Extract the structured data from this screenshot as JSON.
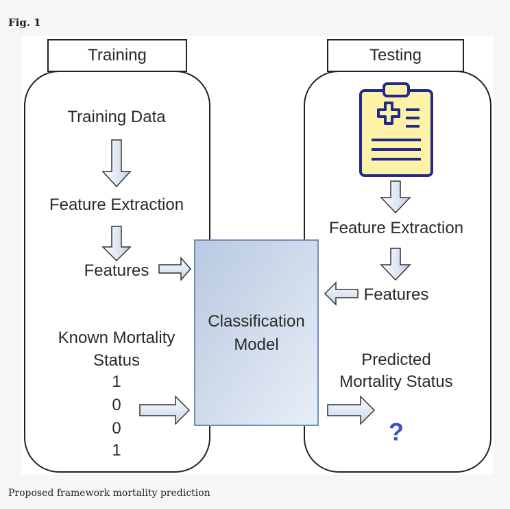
{
  "figure": {
    "label": "Fig. 1",
    "caption": "Proposed framework mortality prediction"
  },
  "training": {
    "header": "Training",
    "training_data": "Training Data",
    "feature_extraction": "Feature Extraction",
    "features": "Features",
    "known_status_line1": "Known Mortality",
    "known_status_line2": "Status",
    "status_values": [
      "1",
      "0",
      "0",
      "1"
    ]
  },
  "model": {
    "line1": "Classification",
    "line2": "Model"
  },
  "testing": {
    "header": "Testing",
    "feature_extraction": "Feature Extraction",
    "features": "Features",
    "predicted_line1": "Predicted",
    "predicted_line2": "Mortality Status",
    "unknown_mark": "?"
  },
  "colors": {
    "model_fill": "#c9d6e8",
    "model_border": "#6f8fb8",
    "arrow_fill": "#d6e2f0",
    "clipboard_fill": "#fdf2a8",
    "clipboard_stroke": "#1f2a8c",
    "question_mark": "#3a4fd0"
  }
}
